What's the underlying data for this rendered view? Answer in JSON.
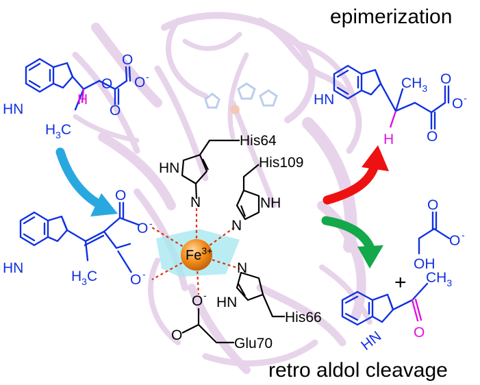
{
  "titles": {
    "epimerization": "epimerization",
    "retro_aldol": "retro aldol cleavage",
    "plus": "+"
  },
  "metal": {
    "symbol": "Fe",
    "charge": "3+"
  },
  "residues": {
    "his64": "His64",
    "his109": "His109",
    "his66": "His66",
    "glu70": "Glu70"
  },
  "atoms": {
    "hn": "HN",
    "nh": "NH",
    "n": "N",
    "o": "O",
    "o_minus": "O",
    "minus": "-",
    "h": "H",
    "h3c": "H",
    "three": "3",
    "c": "C",
    "ch3": "CH",
    "oh": "OH"
  },
  "colors": {
    "blue": "#1030e0",
    "magenta": "#e010e0",
    "arrow_cyan": "#29a8e0",
    "arrow_red": "#ee1111",
    "arrow_green": "#13a84a",
    "fe_orange": "#f08a1a",
    "coord_plane": "#a8e8f0",
    "coord_bond": "#e03010",
    "protein": "#e8d4ec"
  }
}
